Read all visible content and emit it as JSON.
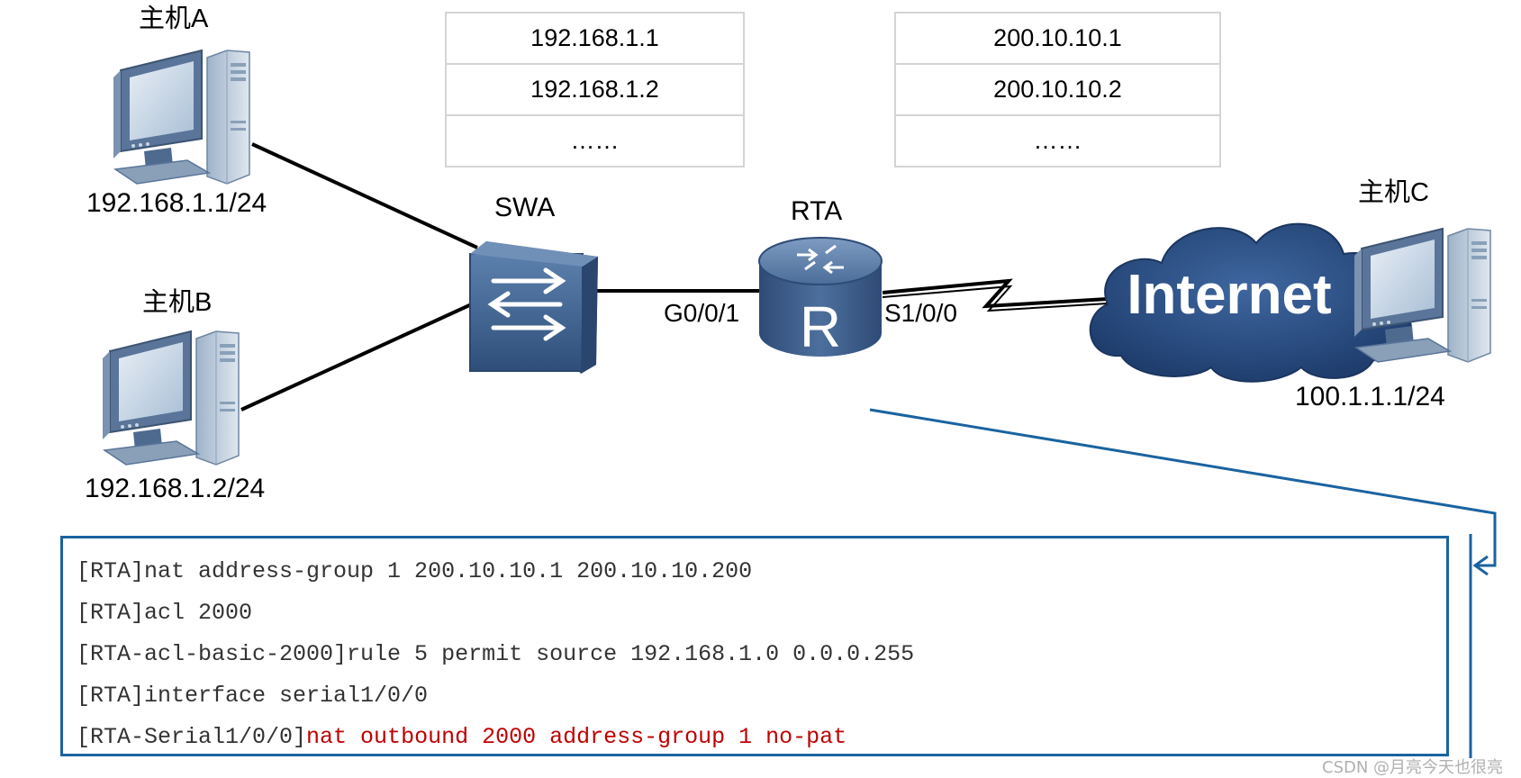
{
  "hosts": {
    "a": {
      "name": "主机A",
      "ip": "192.168.1.1/24"
    },
    "b": {
      "name": "主机B",
      "ip": "192.168.1.2/24"
    },
    "c": {
      "name": "主机C",
      "ip": "100.1.1.1/24"
    }
  },
  "devices": {
    "switch": "SWA",
    "router": "RTA",
    "router_icon_letter": "R",
    "internet": "Internet"
  },
  "interfaces": {
    "router_lan": "G0/0/1",
    "router_wan": "S1/0/0"
  },
  "private_pool": [
    "192.168.1.1",
    "192.168.1.2",
    "……"
  ],
  "public_pool": [
    "200.10.10.1",
    "200.10.10.2",
    "……"
  ],
  "config": {
    "line1": "[RTA]nat address-group 1 200.10.10.1 200.10.10.200",
    "line2": "[RTA]acl 2000",
    "line3": "[RTA-acl-basic-2000]rule 5 permit source 192.168.1.0 0.0.0.255",
    "line4": "[RTA]interface serial1/0/0",
    "line5_prefix": "[RTA-Serial1/0/0]",
    "line5_cmd": "nat outbound 2000 address-group 1 no-pat"
  },
  "colors": {
    "device_blue": "#3d5f8c",
    "cloud_blue": "#2f5388",
    "callout_border": "#1a63a0",
    "highlight_red": "#c00000"
  },
  "watermark": "CSDN @月亮今天也很亮"
}
